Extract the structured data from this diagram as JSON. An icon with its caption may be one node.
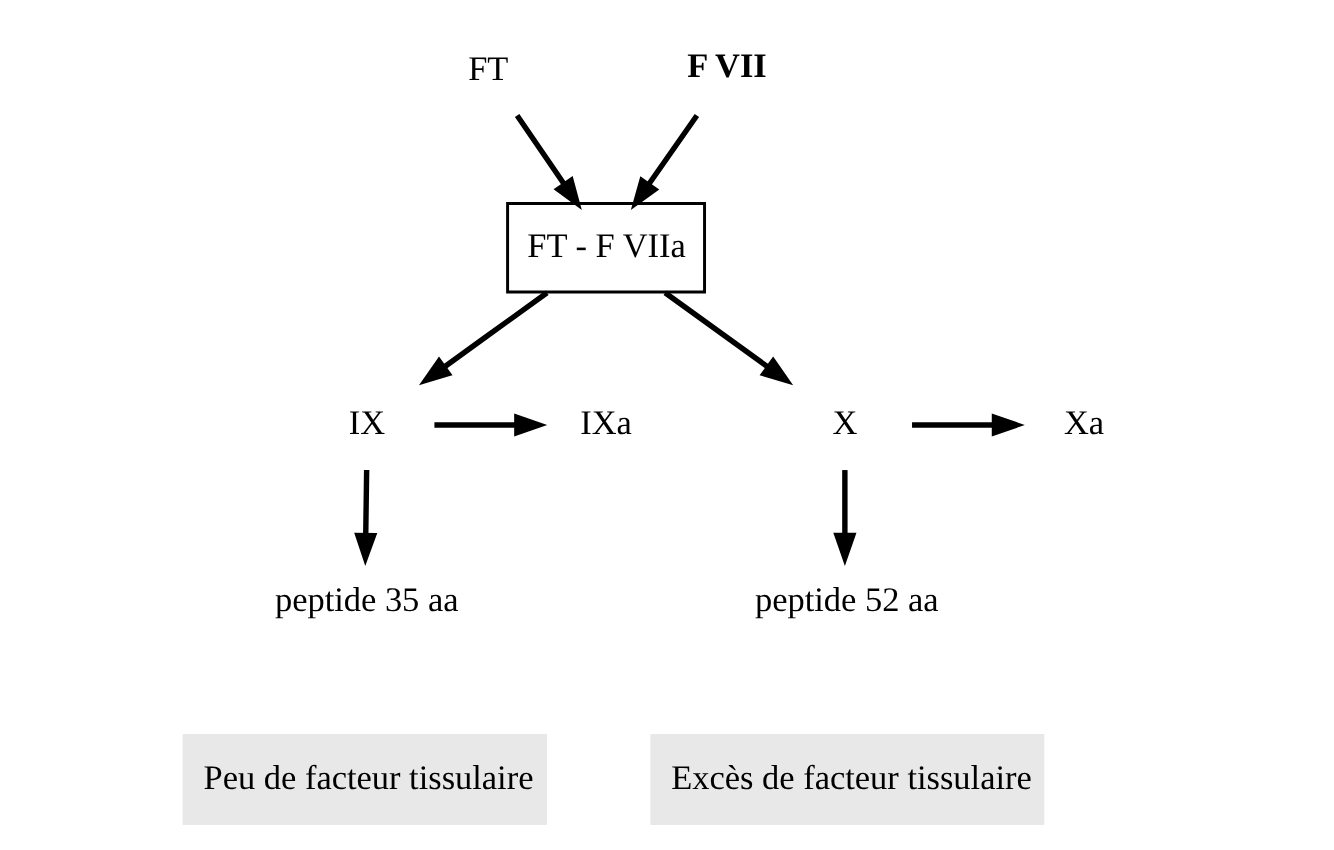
{
  "diagram": {
    "nodes": [
      {
        "text": [
          "FT"
        ]
      },
      {
        "text": [
          "F VII"
        ]
      },
      {
        "text": [
          "FT - F VIIa"
        ]
      },
      {
        "text": [
          "IX"
        ]
      },
      {
        "text": [
          "IXa"
        ]
      },
      {
        "text": [
          "peptide 35 aa"
        ]
      },
      {
        "text": [
          "X"
        ]
      },
      {
        "text": [
          "Xa"
        ]
      },
      {
        "text": [
          "peptide 52 aa"
        ]
      },
      {
        "text": [
          "Peu de facteur tissulaire"
        ]
      },
      {
        "text": [
          "Excès de facteur tissulaire"
        ]
      }
    ],
    "edges": [
      {
        "from": 0,
        "to": 2,
        "arrow": "to"
      },
      {
        "from": 1,
        "to": 2,
        "arrow": "to"
      },
      {
        "from": 2,
        "to": 3,
        "arrow": "to"
      },
      {
        "from": 2,
        "to": 6,
        "arrow": "to"
      },
      {
        "from": 3,
        "to": 4,
        "arrow": "to"
      },
      {
        "from": 3,
        "to": 5,
        "arrow": "to"
      },
      {
        "from": 6,
        "to": 7,
        "arrow": "to"
      },
      {
        "from": 6,
        "to": 8,
        "arrow": "to"
      }
    ]
  }
}
